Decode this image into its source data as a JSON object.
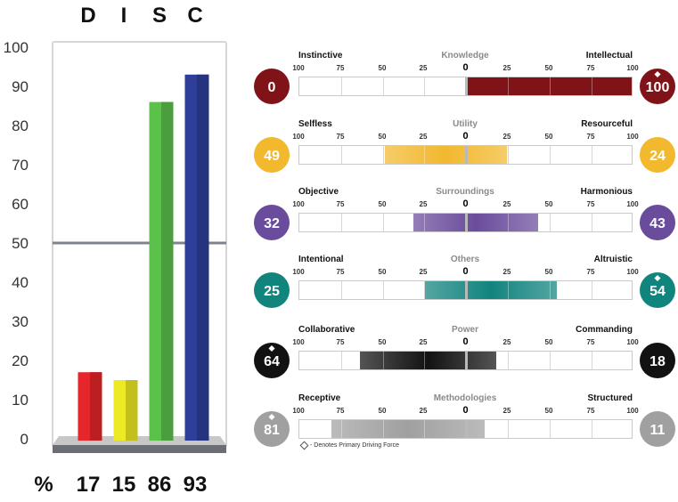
{
  "chart_data": [
    {
      "type": "bar",
      "categories": [
        "D",
        "I",
        "S",
        "C"
      ],
      "values": [
        17,
        15,
        86,
        93
      ],
      "colors": [
        "#e5262a",
        "#ece925",
        "#5cc14a",
        "#2e3f9a"
      ],
      "ylim": [
        0,
        100
      ],
      "yticks": [
        "0",
        "10",
        "20",
        "30",
        "40",
        "50",
        "60",
        "70",
        "80",
        "90",
        "100"
      ],
      "reference_line": 50,
      "percent_label": "%",
      "value_labels": [
        "17",
        "15",
        "86",
        "93"
      ]
    },
    {
      "type": "bar",
      "orientation": "horizontal-diverging",
      "scale_ticks": [
        "100",
        "75",
        "50",
        "25",
        "0",
        "25",
        "50",
        "75",
        "100"
      ],
      "rows": [
        {
          "title": "Knowledge",
          "left_label": "Instinctive",
          "right_label": "Intellectual",
          "left_value": 0,
          "right_value": 100,
          "left_text": "0",
          "right_text": "100",
          "color": "#7f1318",
          "primary": "right"
        },
        {
          "title": "Utility",
          "left_label": "Selfless",
          "right_label": "Resourceful",
          "left_value": 49,
          "right_value": 24,
          "left_text": "49",
          "right_text": "24",
          "color": "#f2b82e",
          "primary": "none"
        },
        {
          "title": "Surroundings",
          "left_label": "Objective",
          "right_label": "Harmonious",
          "left_value": 32,
          "right_value": 43,
          "left_text": "32",
          "right_text": "43",
          "color": "#6a4c9c",
          "primary": "none"
        },
        {
          "title": "Others",
          "left_label": "Intentional",
          "right_label": "Altruistic",
          "left_value": 25,
          "right_value": 54,
          "left_text": "25",
          "right_text": "54",
          "color": "#12847e",
          "primary": "right"
        },
        {
          "title": "Power",
          "left_label": "Collaborative",
          "right_label": "Commanding",
          "left_value": 64,
          "right_value": 18,
          "left_text": "64",
          "right_text": "18",
          "color": "#121212",
          "primary": "left"
        },
        {
          "title": "Methodologies",
          "left_label": "Receptive",
          "right_label": "Structured",
          "left_value": 81,
          "right_value": 11,
          "left_text": "81",
          "right_text": "11",
          "color": "#a0a0a0",
          "primary": "left"
        }
      ]
    }
  ],
  "footnote": "- Denotes Primary Driving Force"
}
